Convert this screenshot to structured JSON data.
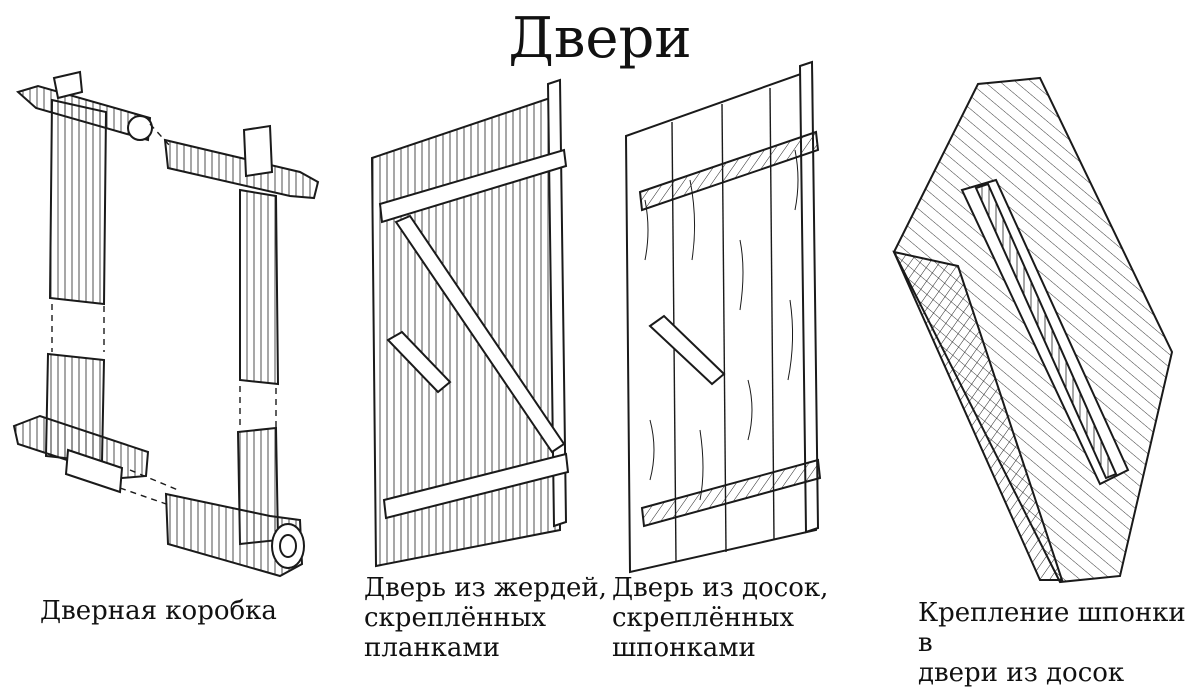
{
  "title": "Двери",
  "captions": {
    "door_frame": "Дверная коробка",
    "pole_door": "Дверь из жердей,\nскреплённых\nпланками",
    "board_door": "Дверь из досок,\nскреплённых\nшпонками",
    "key_mount": "Крепление шпонки в\nдвери из досок"
  },
  "colors": {
    "ink": "#1a1a1a",
    "paper": "#ffffff"
  }
}
